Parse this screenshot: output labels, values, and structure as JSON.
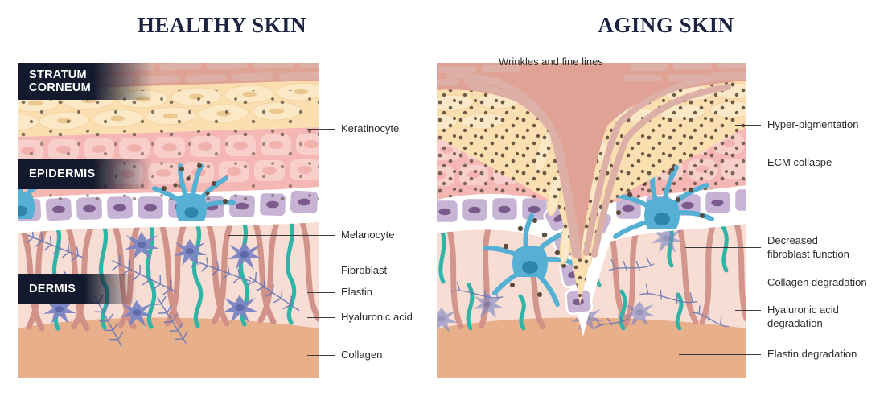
{
  "panels": [
    {
      "id": "healthy",
      "title": "HEALTHY SKIN",
      "layer_badges": [
        {
          "name": "stratum-corneum",
          "text": "STRATUM\nCORNEUM"
        },
        {
          "name": "epidermis",
          "text": "EPIDERMIS"
        },
        {
          "name": "dermis",
          "text": "DERMIS"
        }
      ],
      "callouts": [
        {
          "name": "keratinocyte",
          "text": "Keratinocyte"
        },
        {
          "name": "melanocyte",
          "text": "Melanocyte"
        },
        {
          "name": "fibroblast",
          "text": "Fibroblast"
        },
        {
          "name": "elastin",
          "text": "Elastin"
        },
        {
          "name": "hyaluronic-acid",
          "text": "Hyaluronic acid"
        },
        {
          "name": "collagen",
          "text": "Collagen"
        }
      ]
    },
    {
      "id": "aging",
      "title": "AGING SKIN",
      "layer_badges": [],
      "callouts": [
        {
          "name": "wrinkles",
          "text": "Wrinkles and fine lines"
        },
        {
          "name": "hyper-pigmentation",
          "text": "Hyper-pigmentation"
        },
        {
          "name": "ecm-collapse",
          "text": "ECM collaspe"
        },
        {
          "name": "decreased-fibroblast",
          "text": "Decreased\nfibroblast function"
        },
        {
          "name": "collagen-degradation",
          "text": "Collagen degradation"
        },
        {
          "name": "ha-degradation",
          "text": "Hyaluronic acid\ndegradation"
        },
        {
          "name": "elastin-degradation",
          "text": "Elastin degradation"
        }
      ]
    }
  ],
  "colors": {
    "title": "#1b2340",
    "badge_bg": "#141a2e",
    "label_text": "#2b2b2b",
    "leader_line": "#3a3a3a",
    "stratum_corneum": "#e0a294",
    "corneum_brick": "#dcb0a6",
    "granular": "#fbdfb0",
    "granular_cell": "#fbe8c6",
    "spinous": "#f4b7b4",
    "spinous_cell": "#f9cfcb",
    "basal_cell": "#c7b3d4",
    "basal_nucleus": "#7b5a8c",
    "basement_membrane": "#ffffff",
    "dermis_bg": "#f7ddd4",
    "hypodermis": "#e8b08a",
    "collagen_fiber": "#d08f86",
    "elastin_fiber": "#2fb5a8",
    "fibroblast": "#7b85c4",
    "fibroblast_nucleus": "#5a64a8",
    "hyaluronic_acid": "#6b7ab5",
    "melanocyte": "#55b0d4",
    "melanocyte_nucleus": "#2f86ad",
    "melanin_granule": "#5b4a3a"
  }
}
